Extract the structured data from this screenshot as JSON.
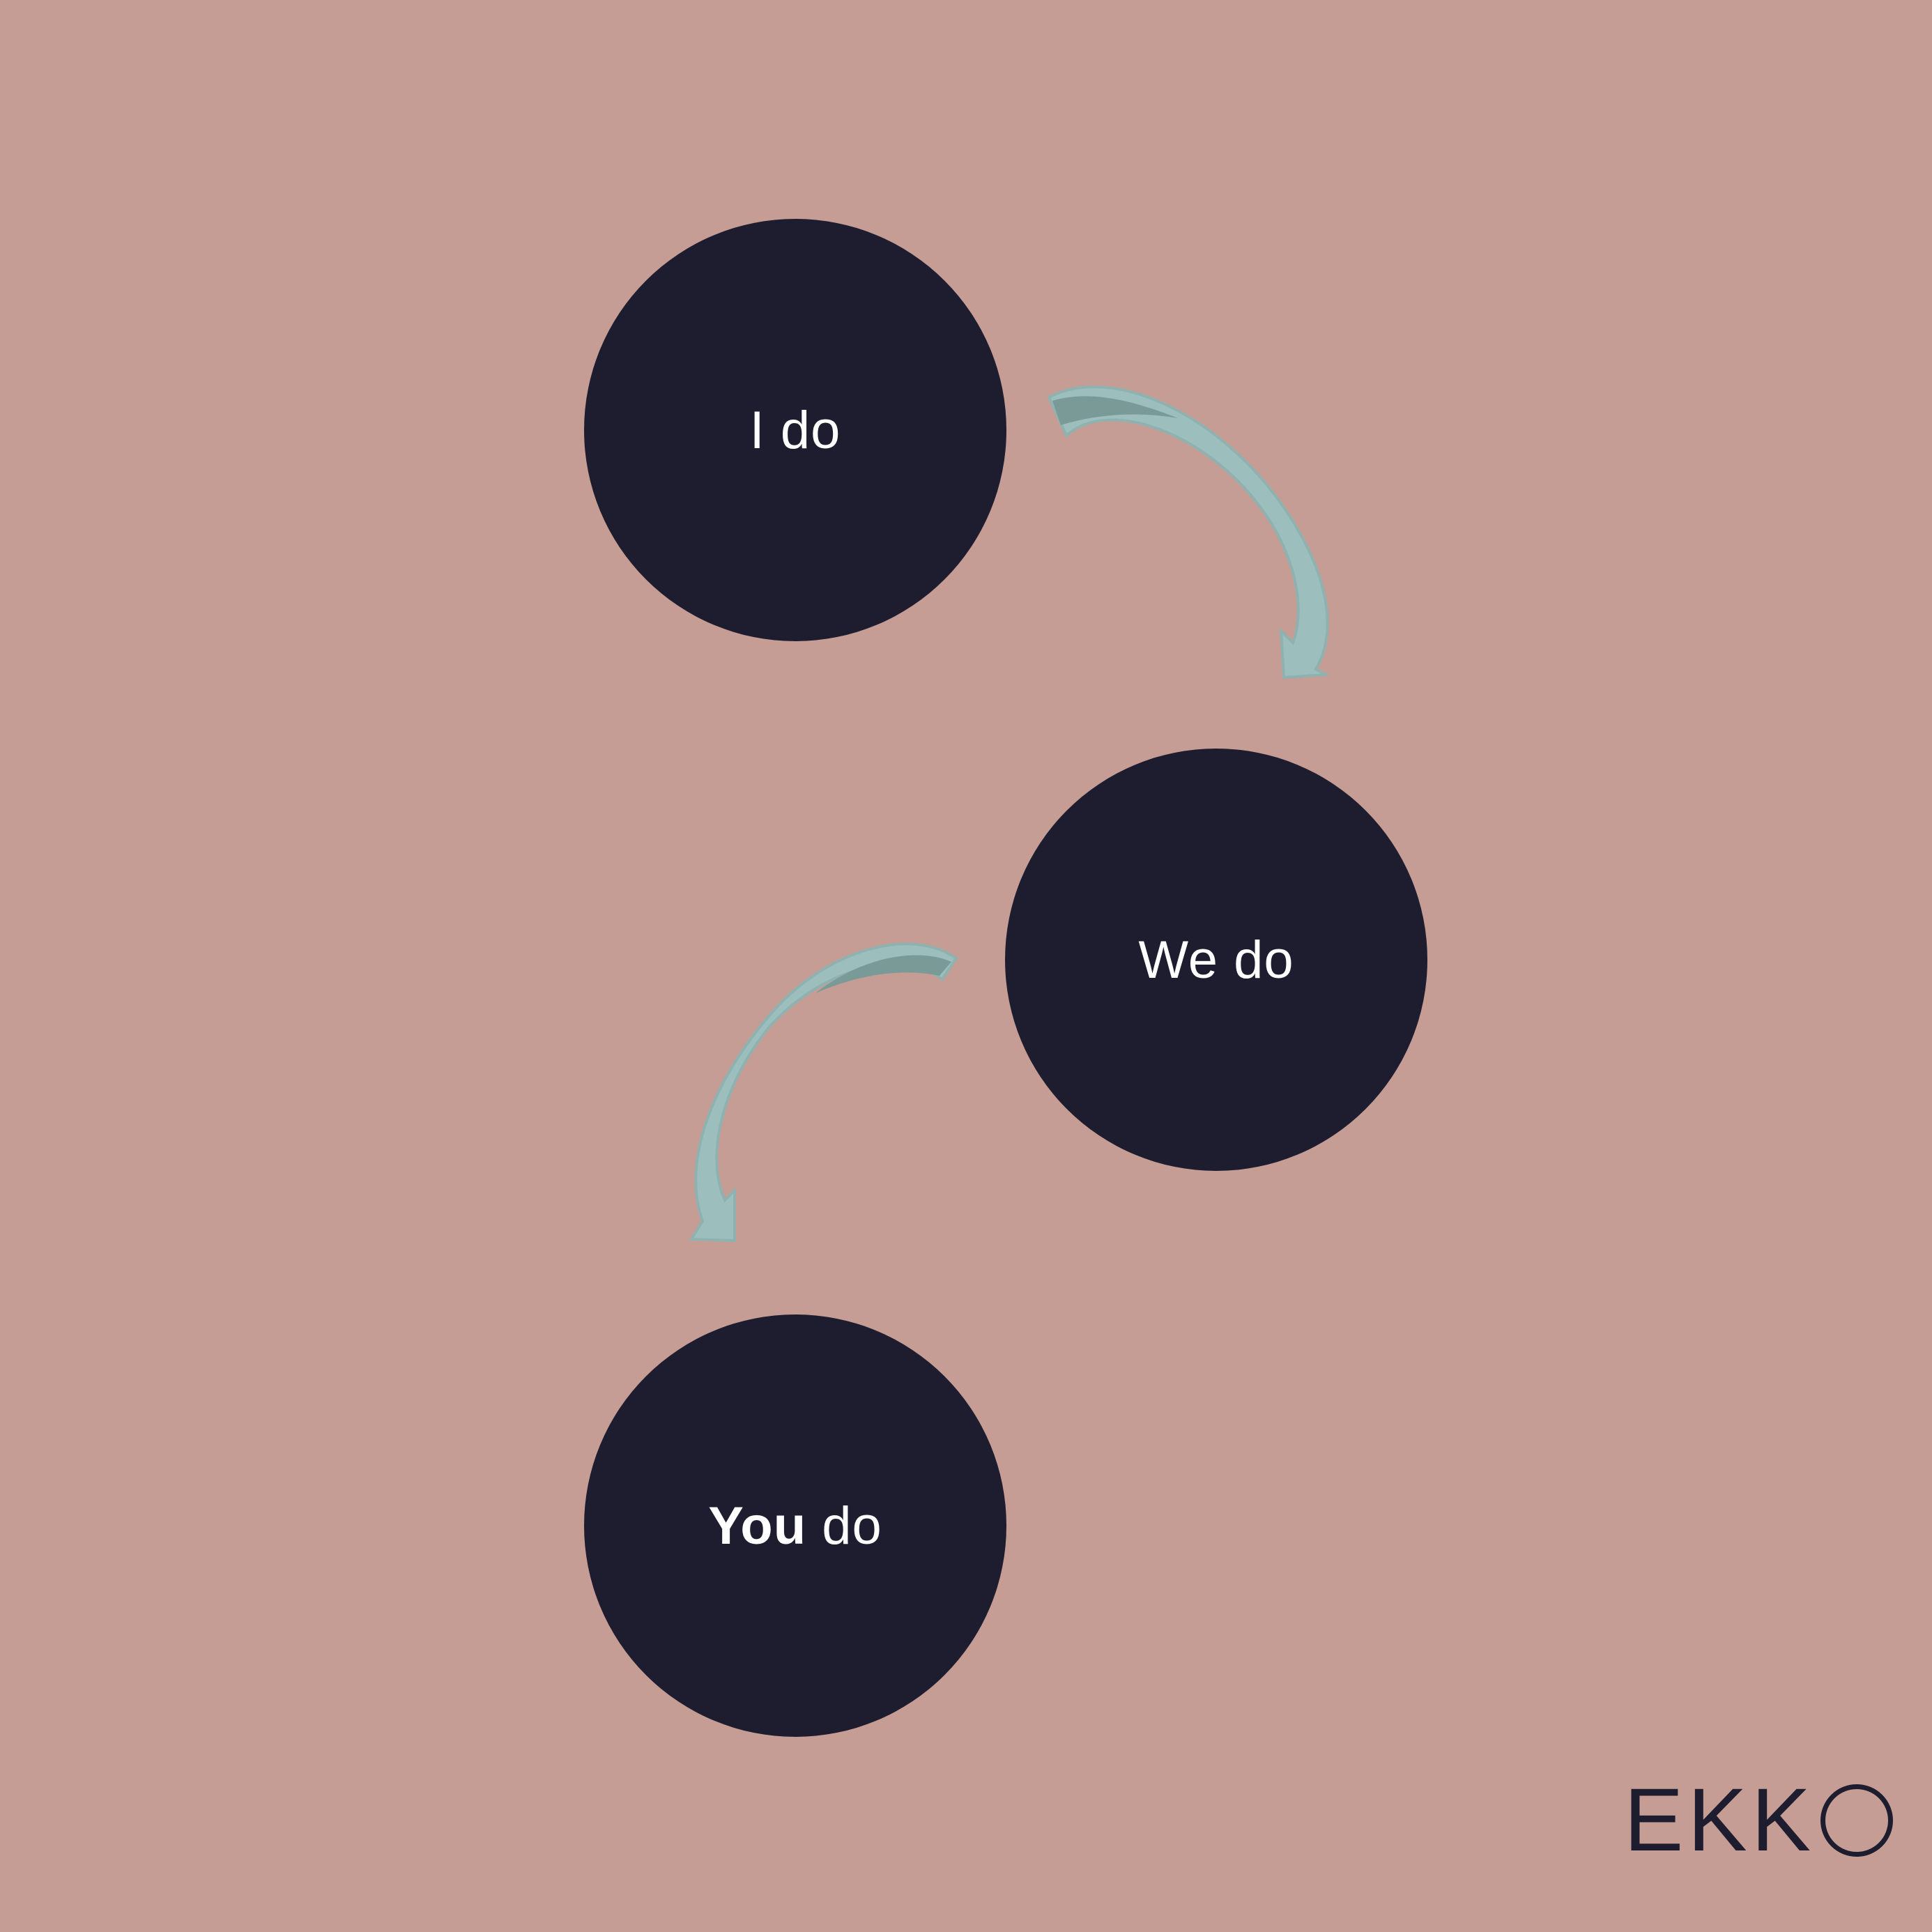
{
  "diagram": {
    "nodes": [
      {
        "id": "i-do",
        "label": "I do"
      },
      {
        "id": "we-do",
        "label": "We do"
      },
      {
        "id": "you-do",
        "label_strong": "You",
        "label_rest": " do"
      }
    ],
    "edges": [
      {
        "from": "i-do",
        "to": "we-do"
      },
      {
        "from": "we-do",
        "to": "you-do"
      }
    ]
  },
  "brand": {
    "logo_text": "EKK",
    "logo_mark": "O"
  },
  "colors": {
    "background": "#c59d95",
    "node_fill": "#1d1d2f",
    "node_text": "#ffffff",
    "arrow_fill": "#9cbebd",
    "arrow_inner": "#7a9a98",
    "logo": "#1d1d2f"
  }
}
